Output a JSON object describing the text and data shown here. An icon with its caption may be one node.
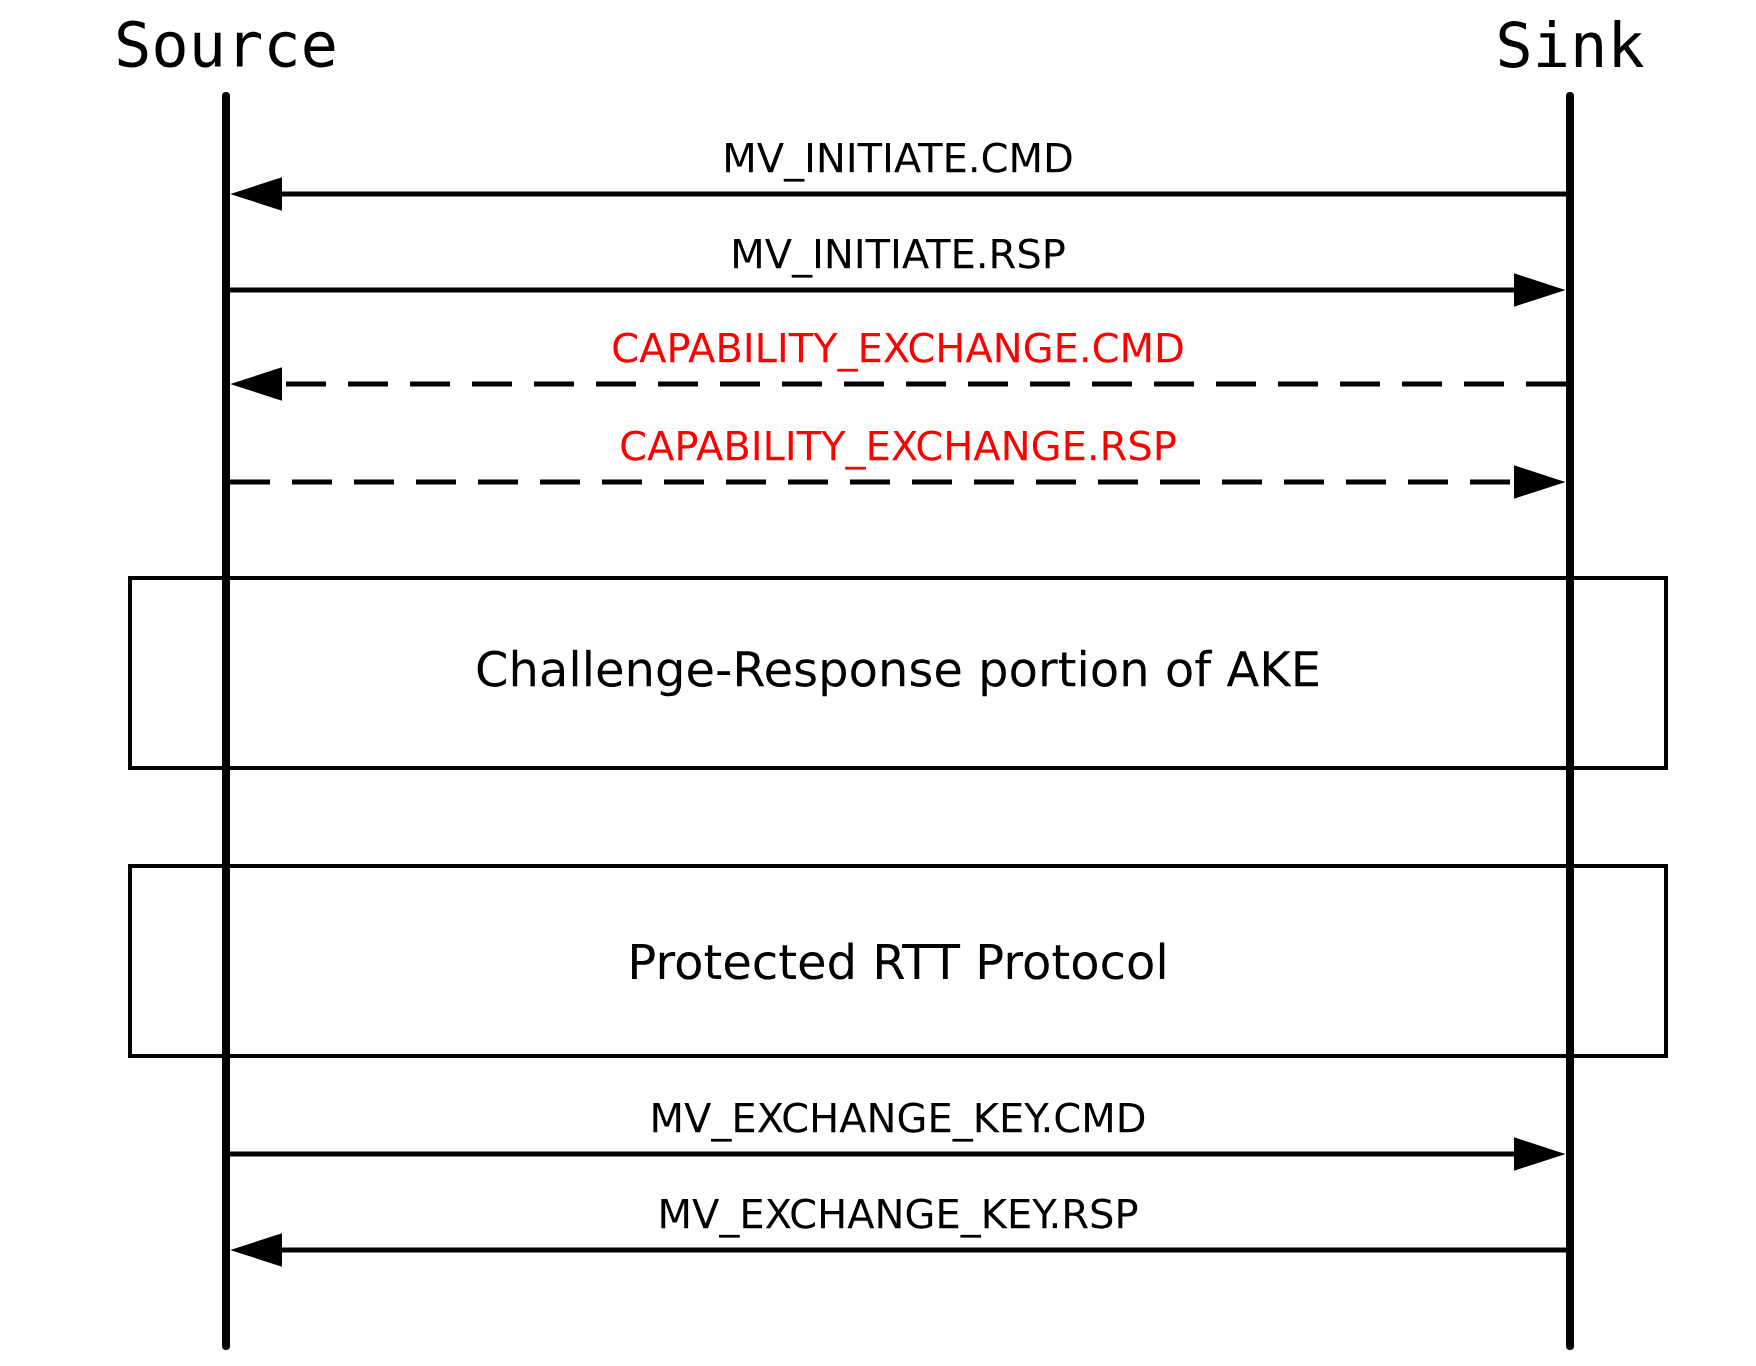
{
  "diagram": {
    "nodes": [
      {
        "text": [
          "Source"
        ]
      },
      {
        "text": [
          "Sink"
        ]
      },
      {
        "text": [
          "Challenge-Response portion of AKE"
        ]
      },
      {
        "text": [
          "Protected RTT Protocol"
        ]
      }
    ],
    "edges": [
      {
        "from": 1,
        "to": 0,
        "arrow": "to",
        "label": "MV_INITIATE.CMD"
      },
      {
        "from": 0,
        "to": 1,
        "arrow": "to",
        "label": "MV_INITIATE.RSP"
      },
      {
        "from": 1,
        "to": 0,
        "arrow": "to",
        "label": "CAPABILITY_EXCHANGE.CMD",
        "style": "dashed"
      },
      {
        "from": 0,
        "to": 1,
        "arrow": "to",
        "label": "CAPABILITY_EXCHANGE.RSP",
        "style": "dashed"
      },
      {
        "from": 0,
        "to": 1,
        "arrow": "to",
        "label": "MV_EXCHANGE_KEY.CMD"
      },
      {
        "from": 1,
        "to": 0,
        "arrow": "to",
        "label": "MV_EXCHANGE_KEY.RSP"
      }
    ]
  }
}
